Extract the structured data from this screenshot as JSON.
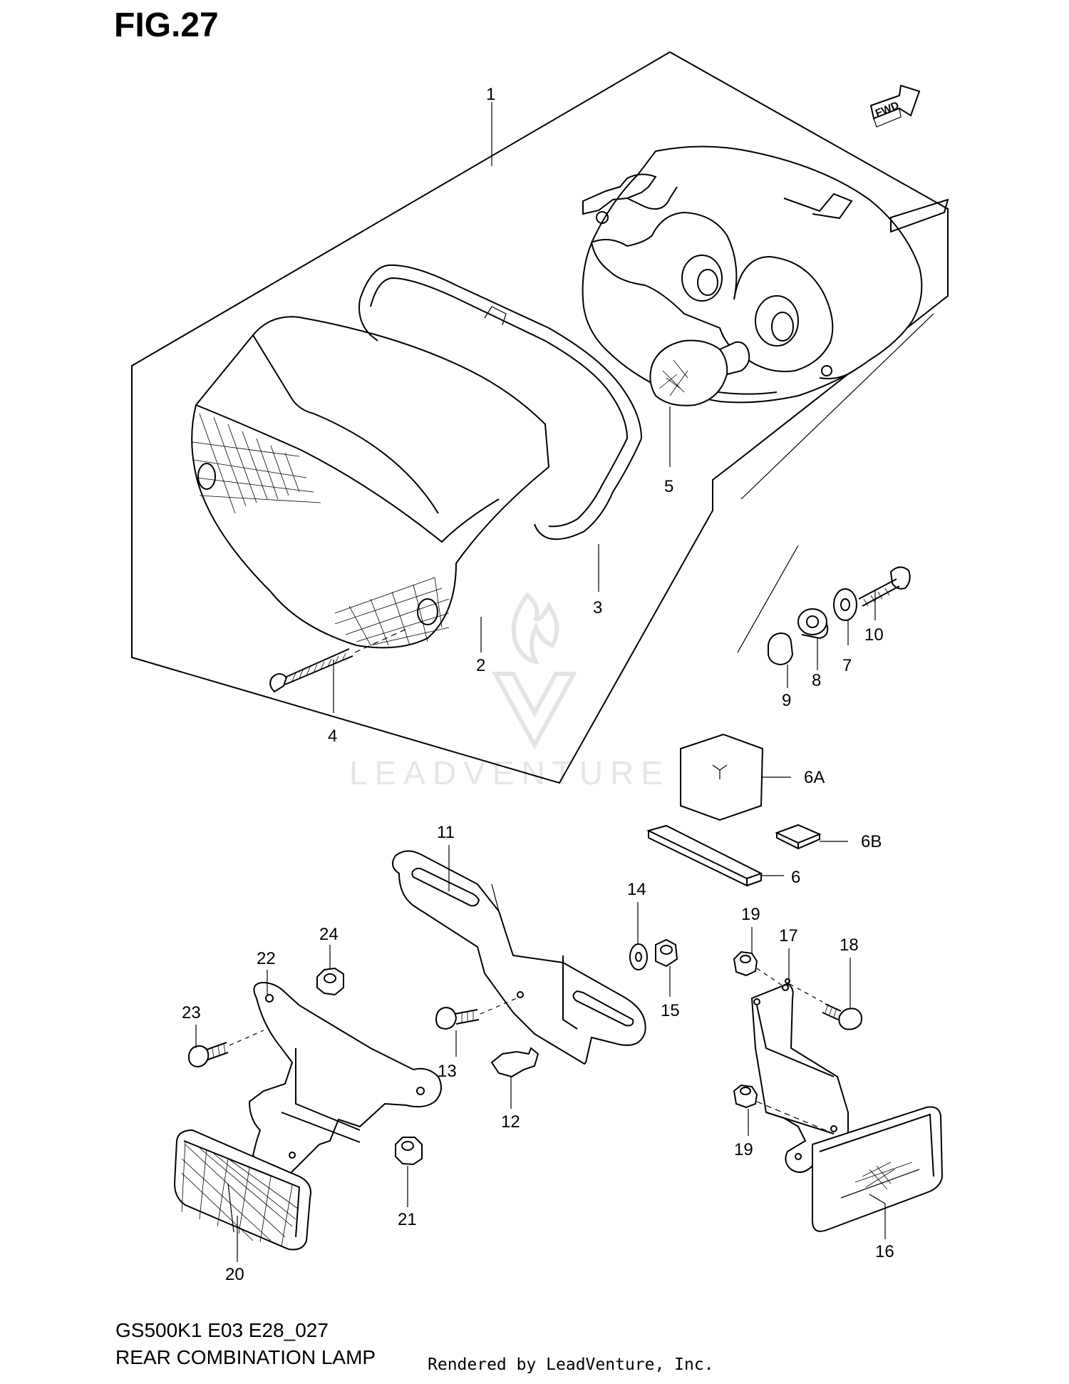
{
  "figure": {
    "title": "FIG.27",
    "model_code": "GS500K1 E03 E28_027",
    "caption": "REAR COMBINATION LAMP",
    "credit": "Rendered by LeadVenture, Inc.",
    "watermark": "LEADVENTURE",
    "direction_tag": "FWD"
  },
  "callouts": [
    "1",
    "2",
    "3",
    "4",
    "5",
    "6",
    "6A",
    "6B",
    "7",
    "8",
    "9",
    "10",
    "11",
    "12",
    "13",
    "14",
    "15",
    "16",
    "17",
    "18",
    "19",
    "19",
    "20",
    "21",
    "22",
    "23",
    "24"
  ],
  "colors": {
    "ink": "#000000",
    "background": "#ffffff",
    "watermark": "#e6e6e6"
  }
}
